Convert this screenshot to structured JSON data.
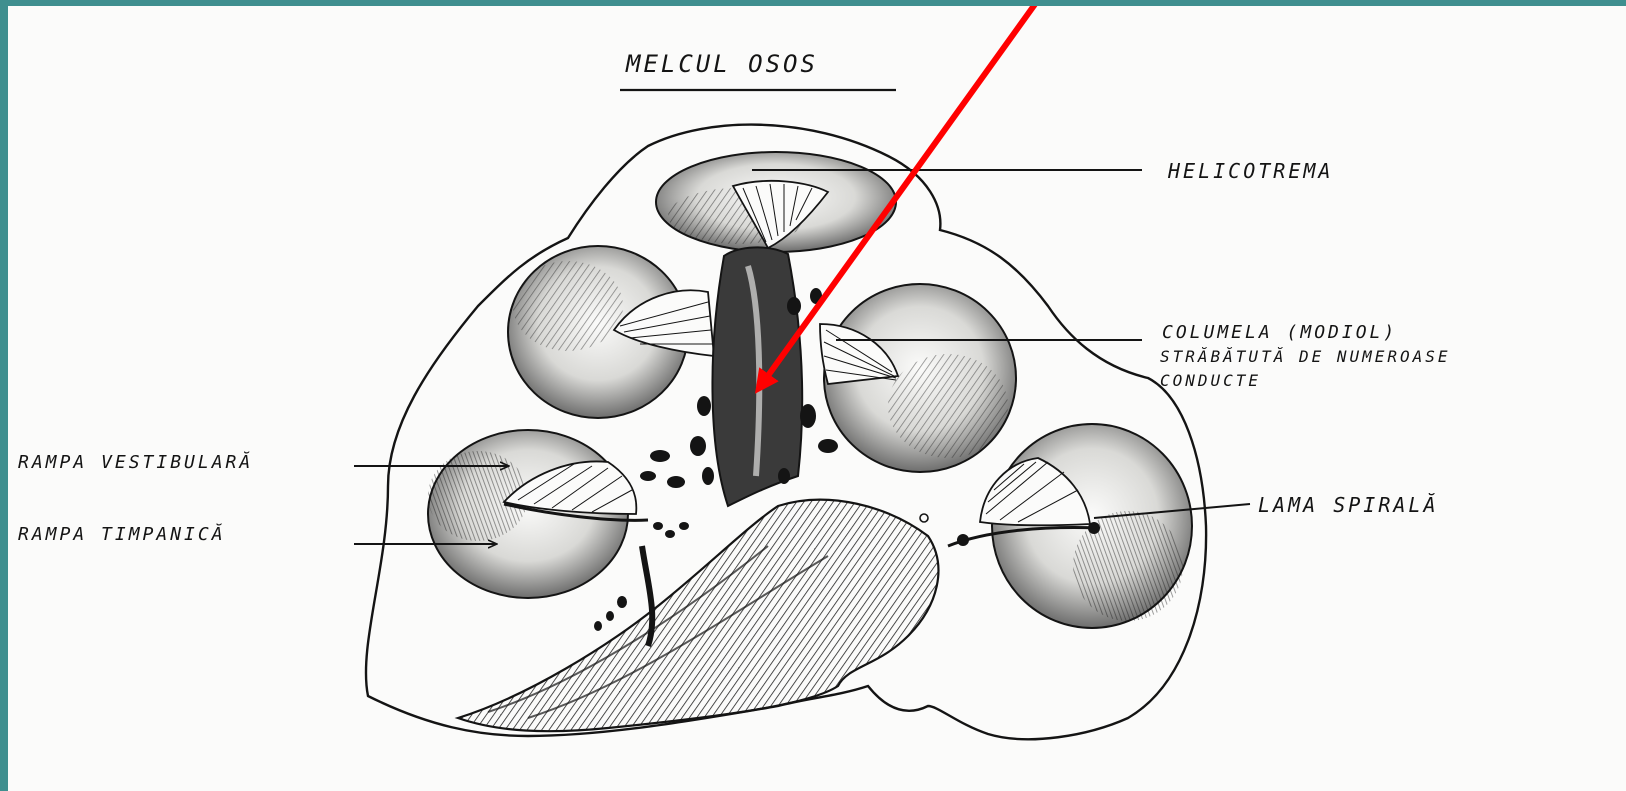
{
  "title": "MELCUL OSOS",
  "labels": {
    "helicotrema": "HELICOTREMA",
    "columela_line1": "COLUMELA (MODIOL)",
    "columela_line2": "STRĂBĂTUTĂ DE NUMEROASE",
    "columela_line3": "CONDUCTE",
    "rampa_vestibulara": "RAMPA VESTIBULARĂ",
    "rampa_timpanica": "RAMPA TIMPANICĂ",
    "lama_spirala": "LAMA SPIRALĂ"
  },
  "colors": {
    "frame": "#3f8f8f",
    "paper": "#fbfbfa",
    "ink": "#141414",
    "pointer_arrow": "#ff0000"
  }
}
